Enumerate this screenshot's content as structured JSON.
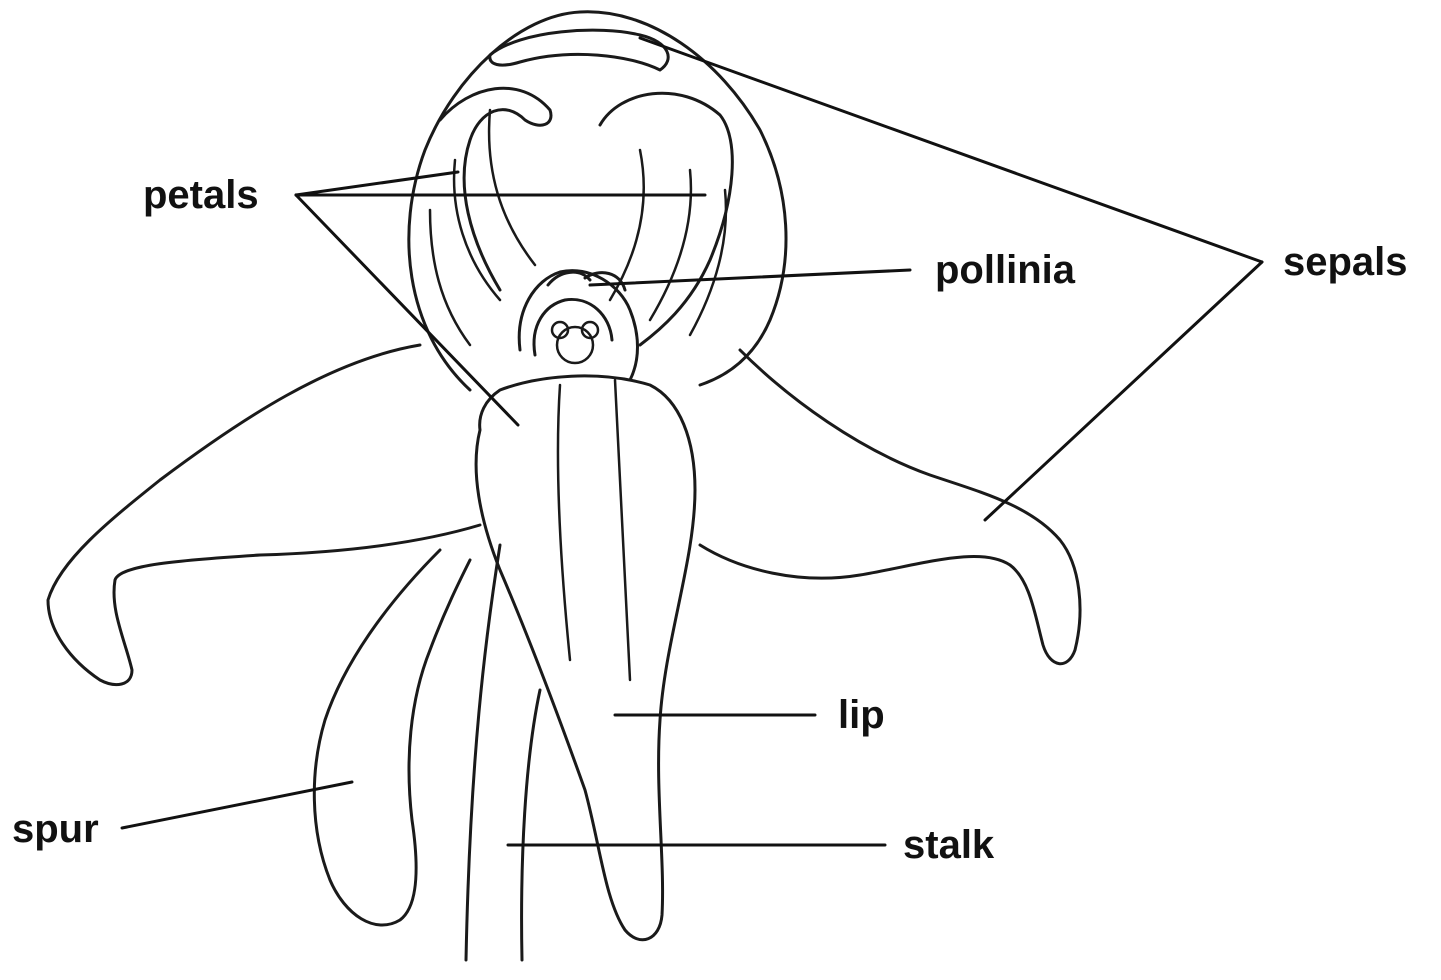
{
  "labels": {
    "petals": "petals",
    "pollinia": "pollinia",
    "sepals": "sepals",
    "lip": "lip",
    "spur": "spur",
    "stalk": "stalk"
  },
  "colors": {
    "line": "#1a1a1a",
    "background": "#ffffff"
  }
}
